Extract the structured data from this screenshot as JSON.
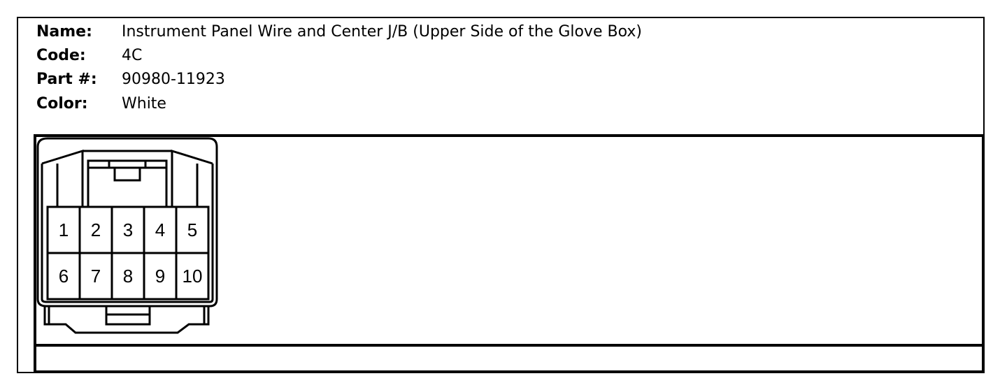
{
  "connector": {
    "name_label": "Name:",
    "name": "Instrument Panel Wire and Center J/B (Upper Side of the Glove Box)",
    "code_label": "Code:",
    "code": "4C",
    "part_label": "Part #:",
    "part": "90980-11923",
    "color_label": "Color:",
    "color": "White"
  },
  "pins": {
    "top_row": [
      "1",
      "2",
      "3",
      "4",
      "5"
    ],
    "bottom_row": [
      "6",
      "7",
      "8",
      "9",
      "10"
    ]
  }
}
